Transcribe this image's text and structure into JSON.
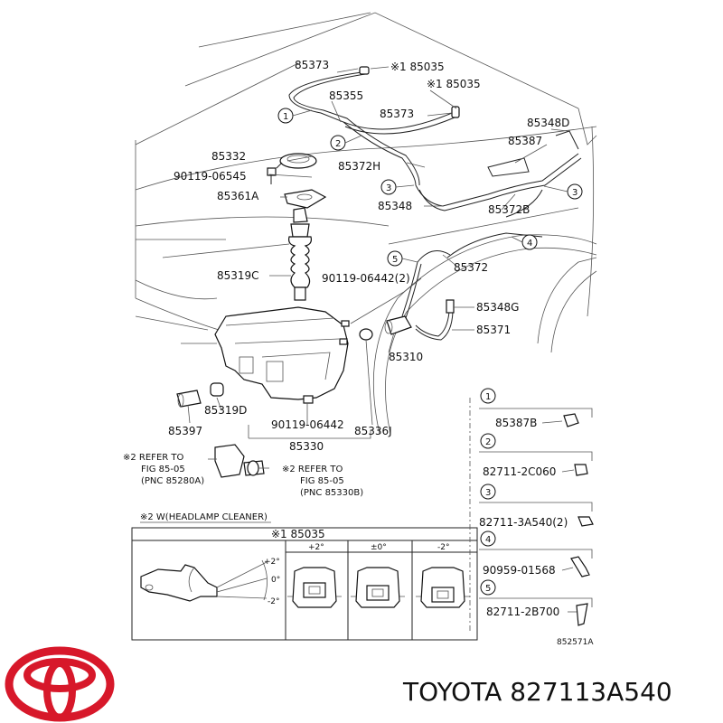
{
  "labels": {
    "l85373a": "85373",
    "l85035a": "※1 85035",
    "l85035b": "※1 85035",
    "l85355": "85355",
    "l85373b": "85373",
    "l85348d": "85348D",
    "l85387": "85387",
    "l85332": "85332",
    "l85372h": "85372H",
    "l90119a": "90119-06545",
    "l85361a": "85361A",
    "l85348": "85348",
    "l85372b": "85372B",
    "l85372": "85372",
    "l85319c": "85319C",
    "l90119b": "90119-06442(2)",
    "l85348g": "85348G",
    "l85371": "85371",
    "l85310": "85310",
    "l85319d": "85319D",
    "l85397": "85397",
    "l90119c": "90119-06442",
    "l85336j": "85336J",
    "l85330": "85330",
    "ref1a": "※2 REFER TO",
    "ref1b": "FIG 85-05",
    "ref1c": "(PNC 85280A)",
    "ref2a": "※2 REFER TO",
    "ref2b": "FIG 85-05",
    "ref2c": "(PNC 85330B)",
    "note": "※2 W(HEADLAMP CLEANER)",
    "figno": "852571A"
  },
  "callouts": [
    "1",
    "2",
    "3",
    "3",
    "4",
    "5"
  ],
  "adjust_table": {
    "header": "※1 85035",
    "cols": [
      "+2°",
      "±0°",
      "-2°"
    ],
    "angles": [
      "+2°",
      "0°",
      "-2°"
    ]
  },
  "legend": [
    {
      "num": "1",
      "part": "85387B"
    },
    {
      "num": "2",
      "part": "82711-2C060"
    },
    {
      "num": "3",
      "part": "82711-3A540(2)"
    },
    {
      "num": "4",
      "part": "90959-01568"
    },
    {
      "num": "5",
      "part": "82711-2B700"
    }
  ],
  "footer": {
    "brand_text": "TOYOTA 827113A540",
    "logo": "toyota-logo",
    "logo_color": "#d7182a"
  }
}
